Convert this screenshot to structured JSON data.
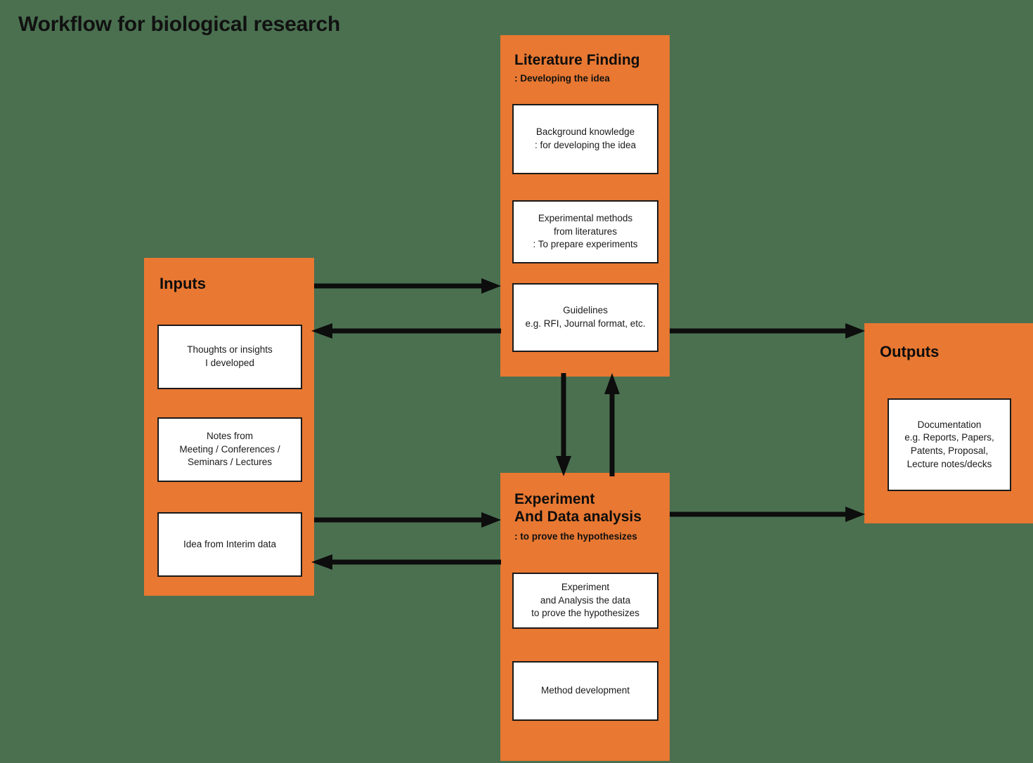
{
  "title": "Workflow for biological research",
  "colors": {
    "background": "#4a7050",
    "panel": "#e87832",
    "card": "#ffffff",
    "ink": "#1a1a1a"
  },
  "panels": {
    "inputs": {
      "heading": "Inputs",
      "cards": [
        "Thoughts or insights\nI developed",
        "Notes from\nMeeting / Conferences /\nSeminars / Lectures",
        "Idea from Interim data"
      ]
    },
    "literature": {
      "heading": "Literature Finding",
      "subtitle": ": Developing the idea",
      "cards": [
        "Background knowledge\n: for developing the idea",
        "Experimental methods\nfrom literatures\n: To prepare experiments",
        "Guidelines\ne.g. RFI, Journal format, etc."
      ]
    },
    "experiment": {
      "heading": "Experiment\nAnd Data analysis",
      "subtitle": ": to prove the hypothesizes",
      "cards": [
        "Experiment\nand Analysis the data\nto prove the hypothesizes",
        "Method development"
      ]
    },
    "outputs": {
      "heading": "Outputs",
      "cards": [
        "Documentation\ne.g. Reports, Papers,\nPatents, Proposal,\nLecture notes/decks"
      ]
    }
  },
  "arrows": [
    {
      "name": "inputs-to-literature",
      "direction": "right"
    },
    {
      "name": "literature-to-inputs",
      "direction": "left"
    },
    {
      "name": "literature-to-outputs",
      "direction": "right"
    },
    {
      "name": "literature-to-experiment",
      "direction": "down"
    },
    {
      "name": "experiment-to-literature",
      "direction": "up"
    },
    {
      "name": "inputs-to-experiment",
      "direction": "right"
    },
    {
      "name": "experiment-to-inputs",
      "direction": "left"
    },
    {
      "name": "experiment-to-outputs",
      "direction": "right"
    }
  ]
}
